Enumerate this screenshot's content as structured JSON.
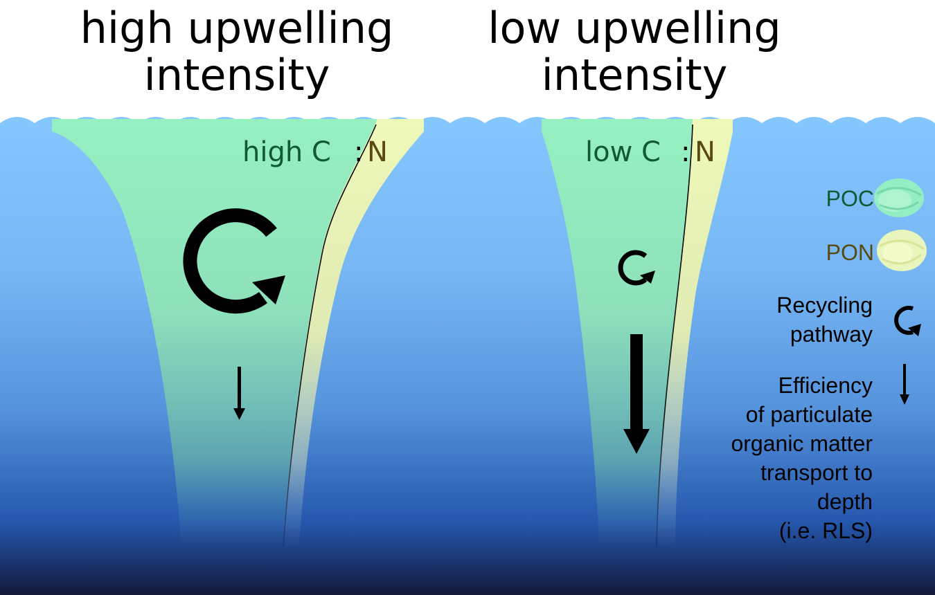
{
  "titles": {
    "high": [
      "high upwelling",
      "intensity"
    ],
    "low": [
      "low upwelling",
      "intensity"
    ]
  },
  "labels": {
    "high_cn_left": "high C",
    "low_cn_left": "low C",
    "colon": ":",
    "n": "N"
  },
  "legend": {
    "poc": "POC",
    "pon": "PON",
    "recycling": [
      "Recycling",
      "pathway"
    ],
    "efficiency": [
      "Efficiency",
      "of particulate",
      "organic matter",
      "transport to",
      "depth",
      "(i.e. RLS)"
    ]
  },
  "colors": {
    "water_top": "#86c8ff",
    "water_mid": "#5aa0e4",
    "water_deep": "#1f56a8",
    "water_bottom": "#141a38",
    "poc_fill": "#96f0c0",
    "pon_fill": "#eef8b8",
    "poc_text": "#0f5a32",
    "pon_text": "#5a4a10",
    "arrow": "#000000"
  },
  "icons": {
    "recycling": "circular-arrow-icon",
    "efficiency": "down-arrow-icon"
  }
}
